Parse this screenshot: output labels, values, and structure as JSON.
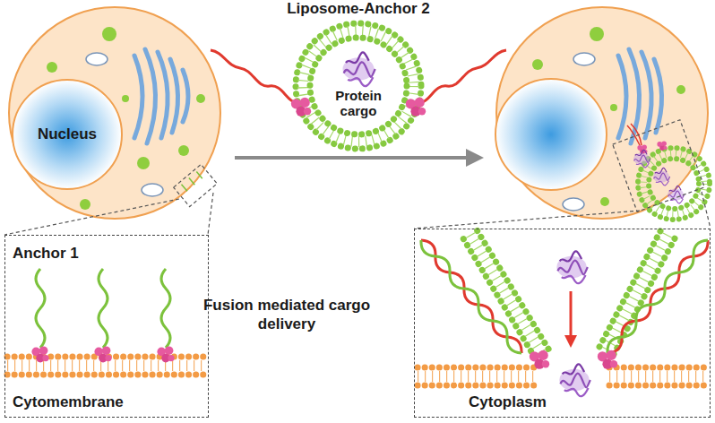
{
  "diagram": {
    "nodes": [
      {
        "text": [
          "Nucleus"
        ]
      },
      {
        "text": [
          "Liposome-Anchor 2",
          "Protein cargo"
        ]
      },
      {
        "text": [
          "Anchor 1",
          "Cytomembrane"
        ]
      },
      {
        "text": [
          "Cytoplasm"
        ]
      }
    ],
    "labels": [
      "Fusion mediated cargo delivery"
    ]
  }
}
